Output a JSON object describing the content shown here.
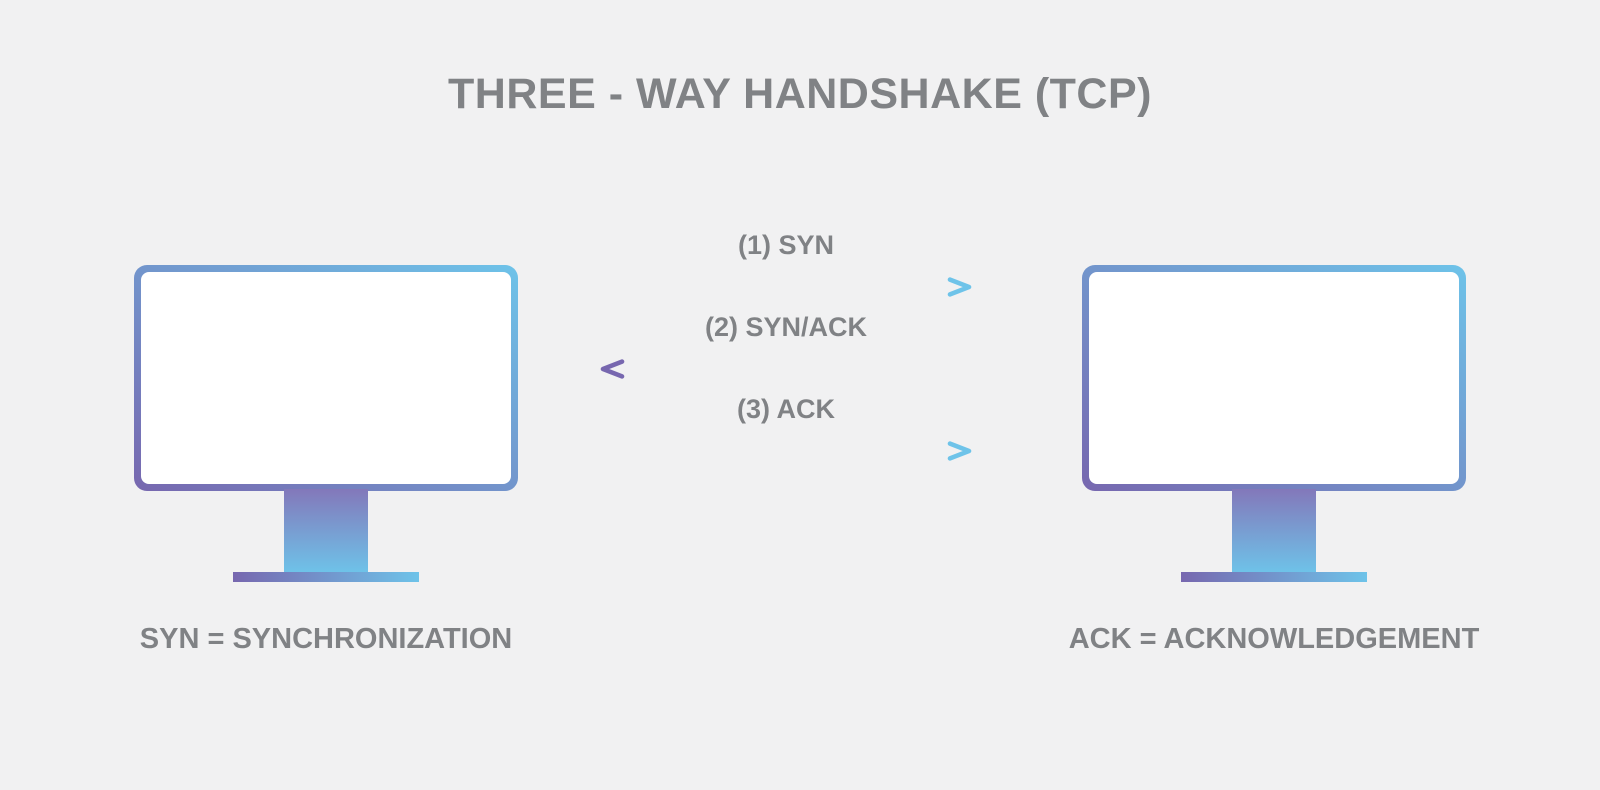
{
  "title": "THREE - WAY HANDSHAKE (TCP)",
  "colors": {
    "background": "#f1f1f2",
    "text_gray": "#808285",
    "purple": "#7767af",
    "stand_purple": "#8378ba",
    "cyan": "#6ec3e9",
    "screen_white": "#ffffff"
  },
  "messages": [
    {
      "step": "(1) SYN",
      "direction": "right"
    },
    {
      "step": "(2) SYN/ACK",
      "direction": "left"
    },
    {
      "step": "(3) ACK",
      "direction": "right"
    }
  ],
  "left_device": {
    "icon": "monitor-icon",
    "caption": "SYN = SYNCHRONIZATION"
  },
  "right_device": {
    "icon": "monitor-icon",
    "caption": "ACK = ACKNOWLEDGEMENT"
  }
}
